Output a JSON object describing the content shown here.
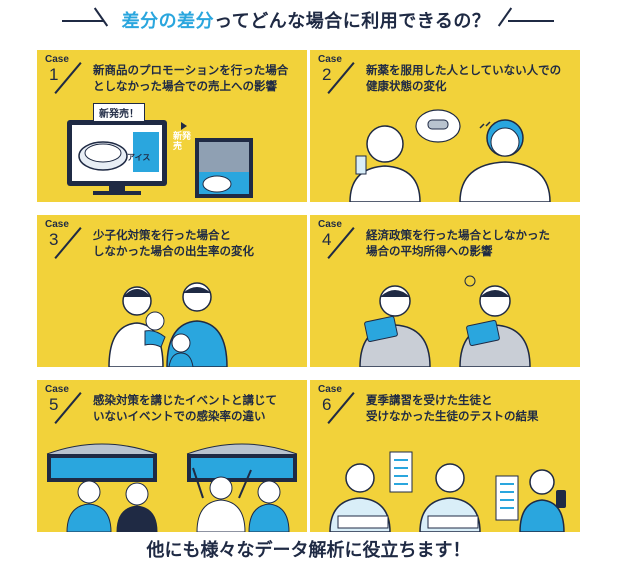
{
  "header": {
    "title_accent": "差分の差分",
    "title_rest": "ってどんな場合に利用できるの？"
  },
  "case_label": "Case",
  "cases": [
    {
      "num": "1",
      "line1": "新商品のプロモーションを行った場合",
      "line2": "としなかった場合での売上への影響",
      "badge": "新発売！",
      "tag": "新発売",
      "product": "アイス"
    },
    {
      "num": "2",
      "line1": "新薬を服用した人としていない人での",
      "line2": "健康状態の変化"
    },
    {
      "num": "3",
      "line1": "少子化対策を行った場合と",
      "line2": "しなかった場合の出生率の変化"
    },
    {
      "num": "4",
      "line1": "経済政策を行った場合としなかった",
      "line2": "場合の平均所得への影響"
    },
    {
      "num": "5",
      "line1": "感染対策を講じたイベントと講じて",
      "line2": "いないイベントでの感染率の違い"
    },
    {
      "num": "6",
      "line1": "夏季講習を受けた生徒と",
      "line2": "受けなかった生徒のテストの結果"
    }
  ],
  "footer": "他にも様々なデータ解析に役立ちます！",
  "colors": {
    "card": "#f2d23a",
    "navy": "#1f2a44",
    "accent": "#2aa6de"
  }
}
